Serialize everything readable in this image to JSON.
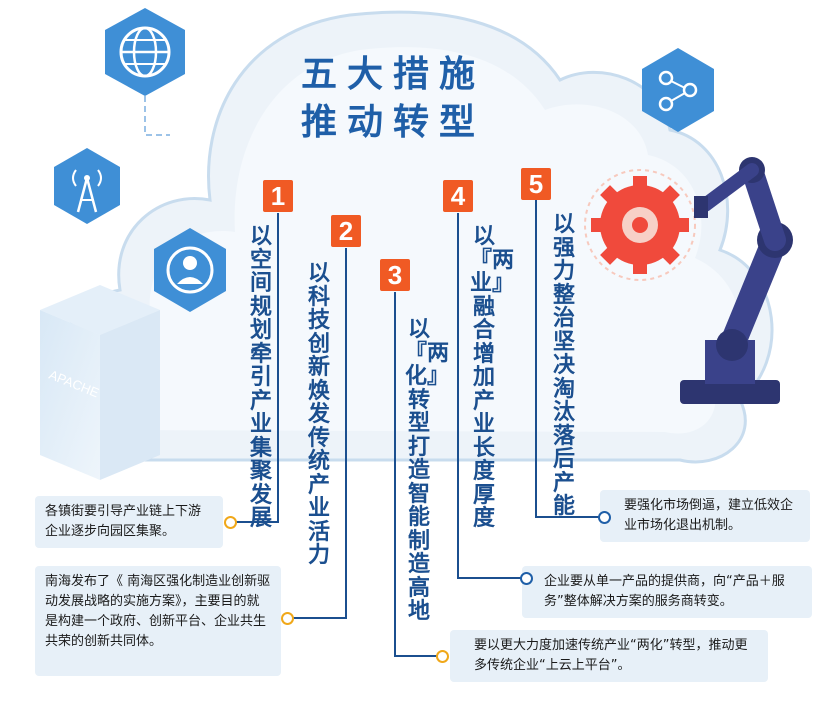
{
  "title": {
    "line1": "五大措施",
    "line2": "推动转型"
  },
  "measures": [
    {
      "number": "1",
      "text": "以空间规划牵引产业集聚发展"
    },
    {
      "number": "2",
      "text": "以科技创新焕发传统产业活力"
    },
    {
      "number": "3",
      "text": "以『两化』转型打造智能制造高地"
    },
    {
      "number": "4",
      "text": "以『两业』融合增加产业长度厚度"
    },
    {
      "number": "5",
      "text": "以强力整治坚决淘汰落后产能"
    }
  ],
  "notes": [
    {
      "text": "各镇街要引导产业链上下游企业逐步向园区集聚。"
    },
    {
      "text": "南海发布了《 南海区强化制造业创新驱动发展战略的实施方案》，主要目的就是构建一个政府、创新平台、企业共生共荣的创新共同体。"
    },
    {
      "text": "要以更大力度加速传统产业“两化”转型，推动更多传统企业“上云上平台”。"
    },
    {
      "text": "企业要从单一产品的提供商，向“产品＋服务”整体解决方案的服务商转变。"
    },
    {
      "text": "要强化市场倒逼，建立低效企业市场化退出机制。"
    }
  ],
  "illustrations": {
    "server_label": "APACHE",
    "icons": [
      "globe-icon",
      "network-icon",
      "signal-tower-icon",
      "user-icon",
      "gear-icon",
      "robot-arm-icon",
      "server-rack-icon"
    ]
  },
  "colors": {
    "accent_orange": "#f05a24",
    "text_blue": "#1b4f8f",
    "title_blue": "#1f5fa8",
    "cloud_fill": "#edf3f9",
    "cloud_outline": "#c8dcee",
    "icon_blue": "#3f8fd6",
    "note_bg": "#e7f0f8"
  }
}
